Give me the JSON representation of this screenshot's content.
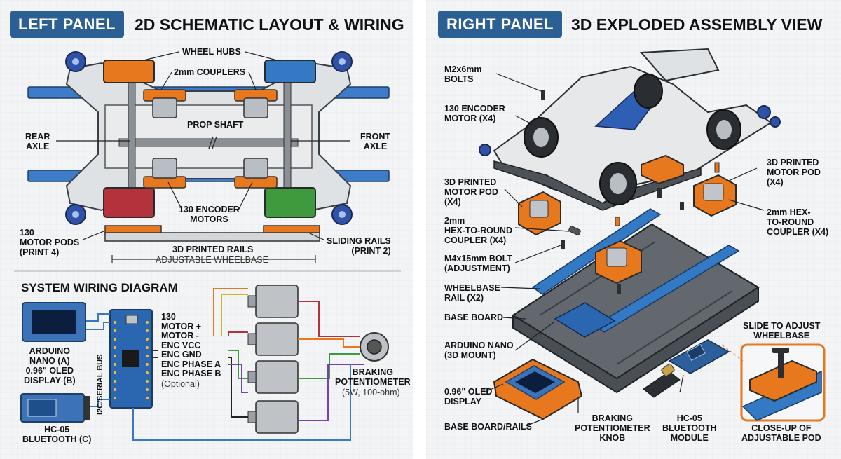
{
  "left_panel": {
    "tag": "LEFT PANEL",
    "title": "2D SCHEMATIC LAYOUT & WIRING",
    "labels": {
      "wheel_hubs": "WHEEL HUBS",
      "couplers": "2mm COUPLERS",
      "prop_shaft": "PROP SHAFT",
      "rear_axle": "REAR\nAXLE",
      "front_axle": "FRONT\nAXLE",
      "encoder_motors": "130 ENCODER\nMOTORS",
      "motor_pods": "130\nMOTOR PODS\n(PRINT 4)",
      "sliding_rails": "SLIDING RAILS\n(PRINT 2)",
      "printed_rails": "3D PRINTED RAILS",
      "wheelbase": "ADJUSTABLE WHEELBASE"
    },
    "wiring": {
      "title": "SYSTEM WIRING DIAGRAM",
      "arduino_oled": "ARDUINO\nNANO (A)\n0.96\" OLED\nDISPLAY (B)",
      "hc05": "HC-05\nBLUETOOTH (C)",
      "bus": "I2C/SERIAL BUS",
      "pins": "130\nMOTOR +\nMOTOR -\nENC VCC\nENC GND\nENC PHASE A\nENC PHASE B",
      "optional": "(Optional)",
      "braking": "BRAKING\nPOTENTIOMETER",
      "braking_spec": "(5W, 100-ohm)"
    }
  },
  "right_panel": {
    "tag": "RIGHT PANEL",
    "title": "3D EXPLODED ASSEMBLY VIEW",
    "labels": {
      "bolts": "M2x6mm\nBOLTS",
      "encoder_motor": "130 ENCODER\nMOTOR (X4)",
      "pod_left": "3D PRINTED\nMOTOR POD\n(X4)",
      "pod_right": "3D PRINTED\nMOTOR POD\n(X4)",
      "coupler_left": "2mm\nHEX-TO-ROUND\nCOUPLER (X4)",
      "coupler_right": "2mm HEX-\nTO-ROUND\nCOUPLER (X4)",
      "m4_bolt": "M4x15mm BOLT\n(ADJUSTMENT)",
      "wheelbase_rail": "WHEELBASE\nRAIL (X2)",
      "base_board": "BASE BOARD",
      "arduino": "ARDUINO NANO\n(3D MOUNT)",
      "oled": "0.96\" OLED\nDISPLAY",
      "base_rails": "BASE BOARD/RAILS",
      "knob": "BRAKING\nPOTENTIOMETER\nKNOB",
      "hc05": "HC-05\nBLUETOOTH\nMODULE",
      "slide": "SLIDE TO ADJUST\nWHEELBASE",
      "closeup": "CLOSE-UP OF\nADJUSTABLE POD"
    }
  },
  "colors": {
    "orange": "#e8781e",
    "blue": "#2c6fb8",
    "red": "#b8323c",
    "green": "#3c9a3c",
    "navy": "#2c5f93"
  }
}
